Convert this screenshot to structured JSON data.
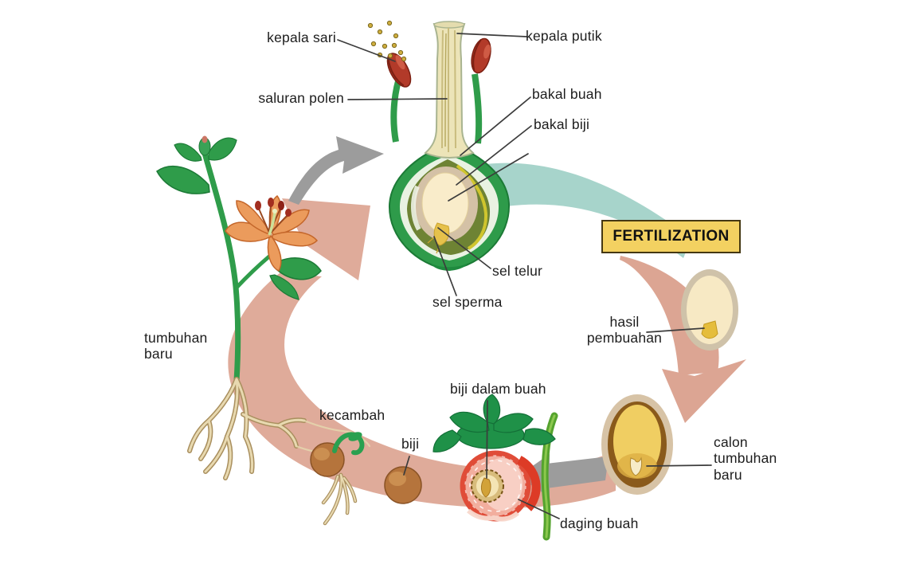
{
  "labels": {
    "kepala_sari": "kepala sari",
    "kepala_putik": "kepala putik",
    "saluran_polen": "saluran polen",
    "bakal_buah": "bakal buah",
    "bakal_biji": "bakal biji",
    "sel_telur": "sel telur",
    "sel_sperma": "sel sperma",
    "hasil_pembuahan": "hasil pembuahan",
    "tumbuhan_baru": "tumbuhan baru",
    "kecambah": "kecambah",
    "biji": "biji",
    "biji_dalam_buah": "biji dalam buah",
    "calon_tumbuhan_baru": "calon tumbuhan baru",
    "daging_buah": "daging buah"
  },
  "badge": {
    "fertilization": "FERTILIZATION"
  },
  "colors": {
    "background": "#ffffff",
    "cycle_arrow_pink": "#dfab9a",
    "pollination_arrow_teal": "#a7d4cb",
    "gray_arrow": "#9c9c9c",
    "fertilization_box_fill": "#f3d161",
    "fertilization_box_border": "#453813",
    "leaf_green": "#2e9b4a",
    "anther_red": "#b23a29",
    "seed_brown": "#b5743c",
    "label_text": "#1d1d1d"
  }
}
